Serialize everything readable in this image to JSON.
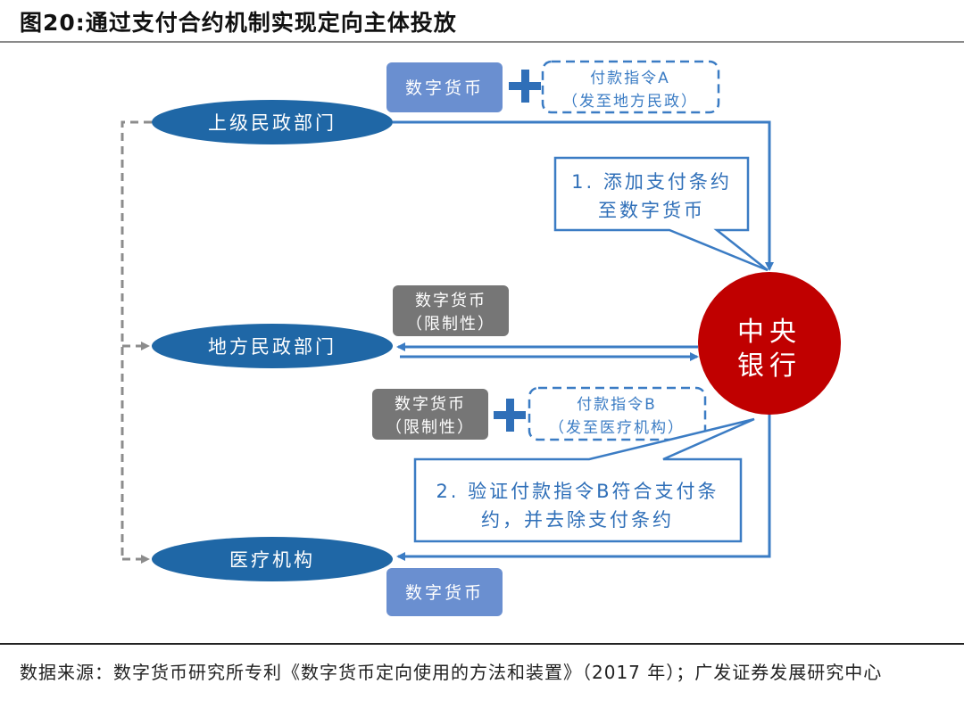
{
  "title": "图20:通过支付合约机制实现定向主体投放",
  "nodes": {
    "upper_civil": "上级民政部门",
    "local_civil": "地方民政部门",
    "medical": "医疗机构",
    "central_bank_line1": "中央",
    "central_bank_line2": "银行"
  },
  "boxes": {
    "digital_currency_top": "数字货币",
    "instruction_a_line1": "付款指令A",
    "instruction_a_line2": "（发至地方民政）",
    "restricted_1_line1": "数字货币",
    "restricted_1_line2": "（限制性）",
    "restricted_2_line1": "数字货币",
    "restricted_2_line2": "（限制性）",
    "instruction_b_line1": "付款指令B",
    "instruction_b_line2": "（发至医疗机构）",
    "digital_currency_bottom": "数字货币"
  },
  "callouts": {
    "step1_line1": "1. 添加支付条约",
    "step1_line2": "至数字货币",
    "step2_line1": "2. 验证付款指令B符合支付条",
    "step2_line2": "约，并去除支付条约"
  },
  "source": "数据来源：数字货币研究所专利《数字货币定向使用的方法和装置》（2017 年）；广发证券发展研究中心",
  "colors": {
    "node_blue": "#1f67a6",
    "box_blue": "#6a8fd0",
    "box_gray": "#767676",
    "line_blue": "#3b7cc4",
    "bank_red": "#c00000"
  }
}
